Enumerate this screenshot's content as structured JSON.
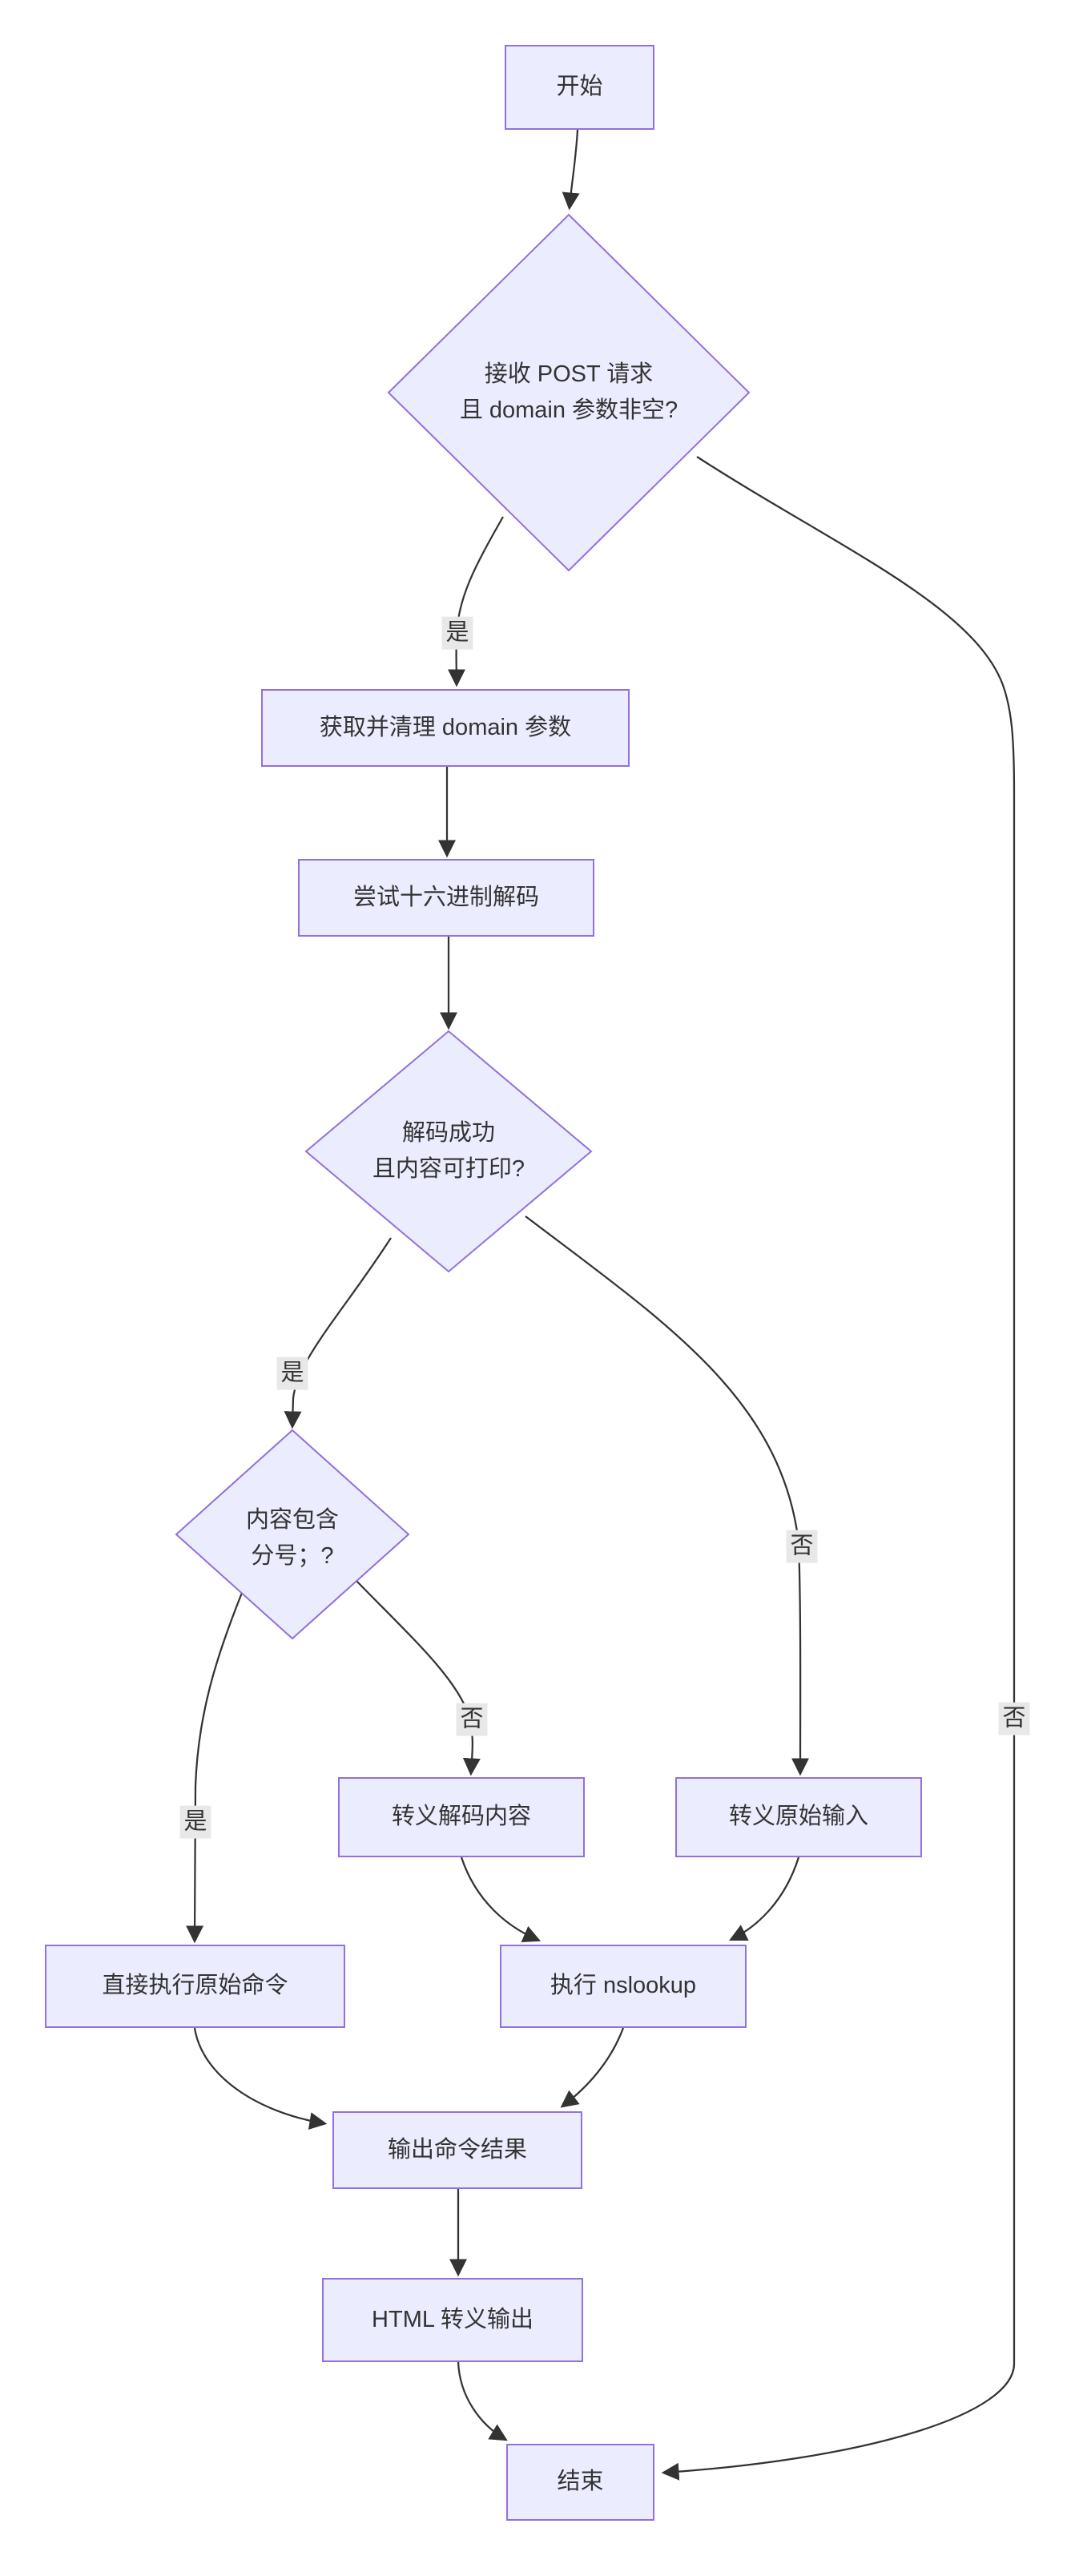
{
  "diagram_type": "flowchart-top-down",
  "theme": {
    "node_fill": "#ECECFF",
    "node_border": "#9370DB",
    "edge_color": "#333333",
    "text_color": "#333333",
    "edge_label_bg": "#e8e8e8",
    "canvas_bg": "#ffffff"
  },
  "nodes": {
    "start": {
      "shape": "rect",
      "label": "开始"
    },
    "check_post": {
      "shape": "diamond",
      "label": "接收 POST 请求\n且 domain 参数非空?"
    },
    "get_domain": {
      "shape": "rect",
      "label": "获取并清理 domain 参数"
    },
    "hex_decode": {
      "shape": "rect",
      "label": "尝试十六进制解码"
    },
    "check_decode": {
      "shape": "diamond",
      "label": "解码成功\n且内容可打印?"
    },
    "check_semicolon": {
      "shape": "diamond",
      "label": "内容包含\n分号；?"
    },
    "exec_raw": {
      "shape": "rect",
      "label": "直接执行原始命令"
    },
    "escape_decoded": {
      "shape": "rect",
      "label": "转义解码内容"
    },
    "escape_raw": {
      "shape": "rect",
      "label": "转义原始输入"
    },
    "run_nslookup": {
      "shape": "rect",
      "label": "执行 nslookup"
    },
    "output_result": {
      "shape": "rect",
      "label": "输出命令结果"
    },
    "html_escape": {
      "shape": "rect",
      "label": "HTML 转义输出"
    },
    "end": {
      "shape": "rect",
      "label": "结束"
    }
  },
  "edges": [
    {
      "from": "start",
      "to": "check_post",
      "label": ""
    },
    {
      "from": "check_post",
      "to": "get_domain",
      "label": "是"
    },
    {
      "from": "get_domain",
      "to": "hex_decode",
      "label": ""
    },
    {
      "from": "hex_decode",
      "to": "check_decode",
      "label": ""
    },
    {
      "from": "check_decode",
      "to": "check_semicolon",
      "label": "是"
    },
    {
      "from": "check_decode",
      "to": "escape_raw",
      "label": "否"
    },
    {
      "from": "check_semicolon",
      "to": "exec_raw",
      "label": "是"
    },
    {
      "from": "check_semicolon",
      "to": "escape_decoded",
      "label": "否"
    },
    {
      "from": "escape_decoded",
      "to": "run_nslookup",
      "label": ""
    },
    {
      "from": "escape_raw",
      "to": "run_nslookup",
      "label": ""
    },
    {
      "from": "exec_raw",
      "to": "output_result",
      "label": ""
    },
    {
      "from": "run_nslookup",
      "to": "output_result",
      "label": ""
    },
    {
      "from": "output_result",
      "to": "html_escape",
      "label": ""
    },
    {
      "from": "html_escape",
      "to": "end",
      "label": ""
    },
    {
      "from": "check_post",
      "to": "end",
      "label": "否"
    }
  ]
}
